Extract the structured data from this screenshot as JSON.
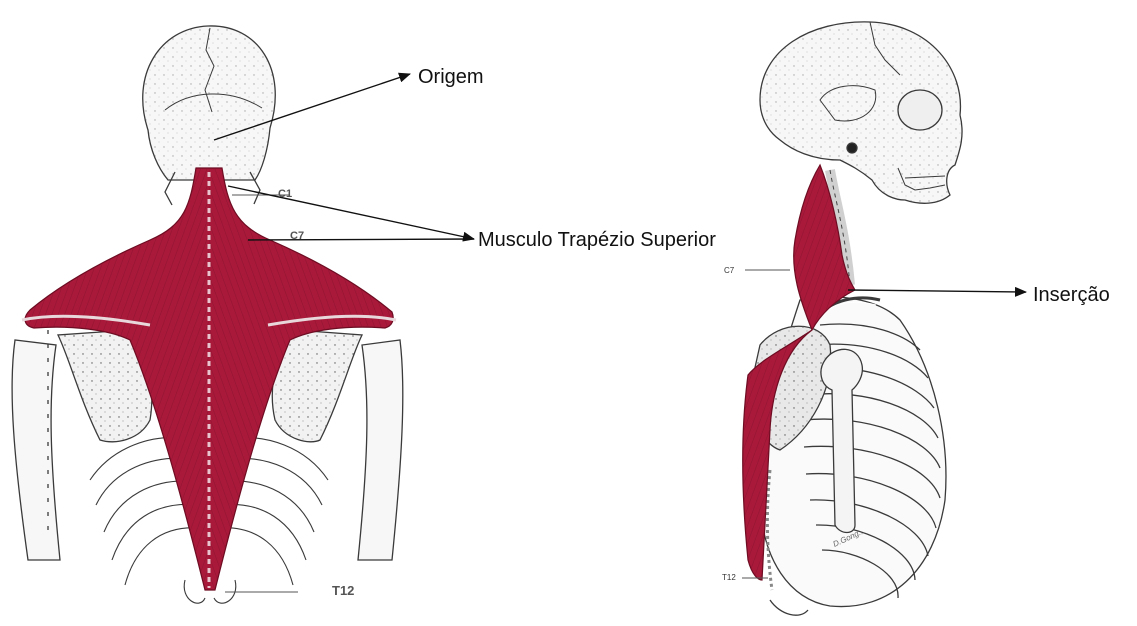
{
  "callouts": {
    "origin": "Origem",
    "muscle": "Musculo Trapézio Superior",
    "insertion": "Inserção"
  },
  "vertebrae": {
    "c1": "C1",
    "c7_back": "C7",
    "t12_back": "T12",
    "c7_side": "C7",
    "t12_side": "T12"
  },
  "signature": "D.Gong...",
  "colors": {
    "muscle": "#a8193a",
    "muscle_dark": "#7d0f28",
    "bone_line": "#3a3a3a",
    "arrow": "#111111"
  }
}
